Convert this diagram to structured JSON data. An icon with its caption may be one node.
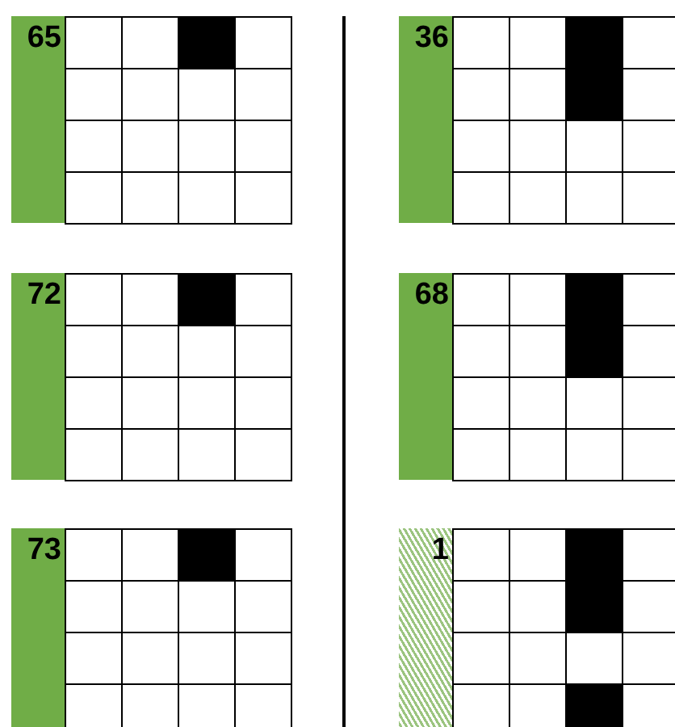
{
  "diagram": {
    "nodes": [
      {
        "text": [
          "65"
        ]
      },
      {
        "text": [
          "36"
        ]
      },
      {
        "text": [
          "72"
        ]
      },
      {
        "text": [
          "68"
        ]
      },
      {
        "text": [
          "73"
        ]
      },
      {
        "text": [
          "1"
        ]
      }
    ]
  }
}
